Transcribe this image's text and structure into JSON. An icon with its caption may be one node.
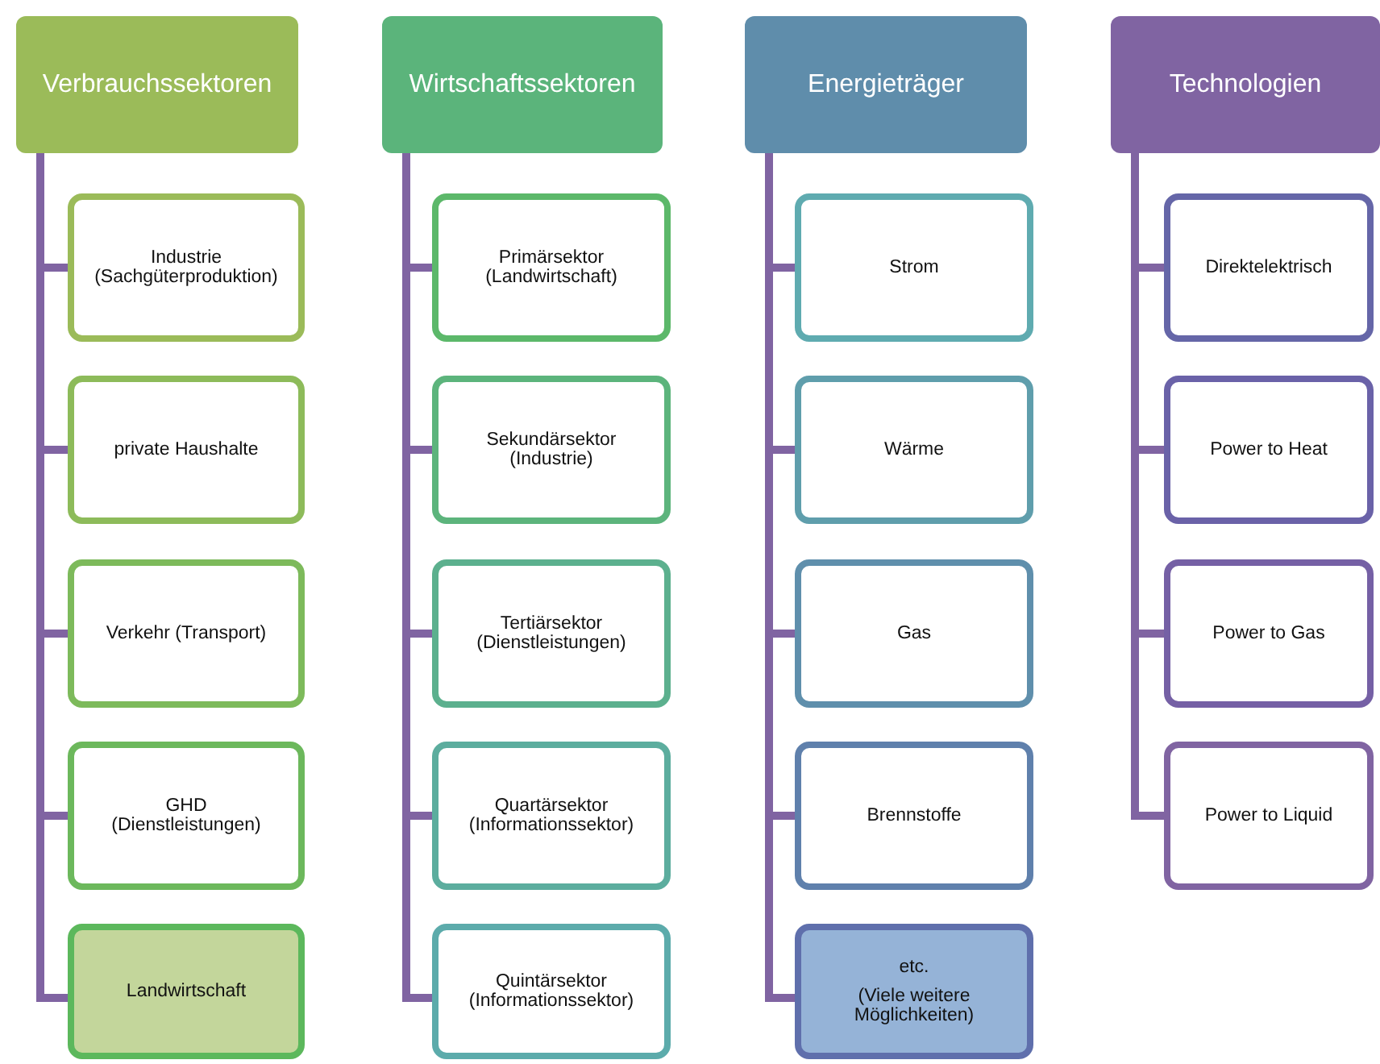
{
  "diagram": {
    "nodes": [
      {
        "text": [
          "Verbrauchssektoren"
        ]
      },
      {
        "text": [
          "Industrie (Sachgüterproduktion)"
        ]
      },
      {
        "text": [
          "private Haushalte"
        ]
      },
      {
        "text": [
          "Verkehr (Transport)"
        ]
      },
      {
        "text": [
          "GHD (Dienstleistungen)"
        ]
      },
      {
        "text": [
          "Landwirtschaft"
        ]
      },
      {
        "text": [
          "Wirtschaftssektoren"
        ]
      },
      {
        "text": [
          "Primärsektor (Landwirtschaft)"
        ]
      },
      {
        "text": [
          "Sekundärsektor (Industrie)"
        ]
      },
      {
        "text": [
          "Tertiärsektor (Dienstleistungen)"
        ]
      },
      {
        "text": [
          "Quartärsektor (Informationssektor)"
        ]
      },
      {
        "text": [
          "Quintärsektor (Informationssektor)"
        ]
      },
      {
        "text": [
          "Energieträger"
        ]
      },
      {
        "text": [
          "Strom"
        ]
      },
      {
        "text": [
          "Wärme"
        ]
      },
      {
        "text": [
          "Gas"
        ]
      },
      {
        "text": [
          "Brennstoffe"
        ]
      },
      {
        "text": [
          "etc.",
          "(Viele weitere Möglichkeiten)"
        ]
      },
      {
        "text": [
          "Technologien"
        ]
      },
      {
        "text": [
          "Direktelektrisch"
        ]
      },
      {
        "text": [
          "Power to Heat"
        ]
      },
      {
        "text": [
          "Power to Gas"
        ]
      },
      {
        "text": [
          "Power to Liquid"
        ]
      }
    ],
    "edges": [
      {
        "from": 0,
        "to": 1,
        "arrow": "none"
      },
      {
        "from": 0,
        "to": 2,
        "arrow": "none"
      },
      {
        "from": 0,
        "to": 3,
        "arrow": "none"
      },
      {
        "from": 0,
        "to": 4,
        "arrow": "none"
      },
      {
        "from": 0,
        "to": 5,
        "arrow": "none"
      },
      {
        "from": 6,
        "to": 7,
        "arrow": "none"
      },
      {
        "from": 6,
        "to": 8,
        "arrow": "none"
      },
      {
        "from": 6,
        "to": 9,
        "arrow": "none"
      },
      {
        "from": 6,
        "to": 10,
        "arrow": "none"
      },
      {
        "from": 6,
        "to": 11,
        "arrow": "none"
      },
      {
        "from": 12,
        "to": 13,
        "arrow": "none"
      },
      {
        "from": 12,
        "to": 14,
        "arrow": "none"
      },
      {
        "from": 12,
        "to": 15,
        "arrow": "none"
      },
      {
        "from": 12,
        "to": 16,
        "arrow": "none"
      },
      {
        "from": 12,
        "to": 17,
        "arrow": "none"
      },
      {
        "from": 18,
        "to": 19,
        "arrow": "none"
      },
      {
        "from": 18,
        "to": 20,
        "arrow": "none"
      },
      {
        "from": 18,
        "to": 21,
        "arrow": "none"
      },
      {
        "from": 18,
        "to": 22,
        "arrow": "none"
      }
    ]
  }
}
